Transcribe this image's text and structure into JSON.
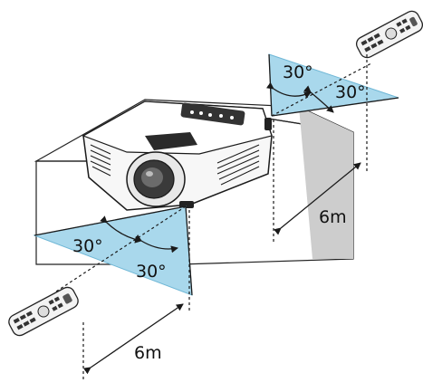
{
  "angles": {
    "top_left": "30°",
    "top_right": "30°",
    "bottom_left": "30°",
    "bottom_right": "30°"
  },
  "distances": {
    "rear": "6m",
    "front": "6m"
  },
  "colors": {
    "zone_fill": "#a9d8ec",
    "zone_stroke": "#6fb7d6",
    "stand": "#d9d9d9",
    "stand_side": "#c4c4c4",
    "stand_top": "#e6e6e6"
  }
}
